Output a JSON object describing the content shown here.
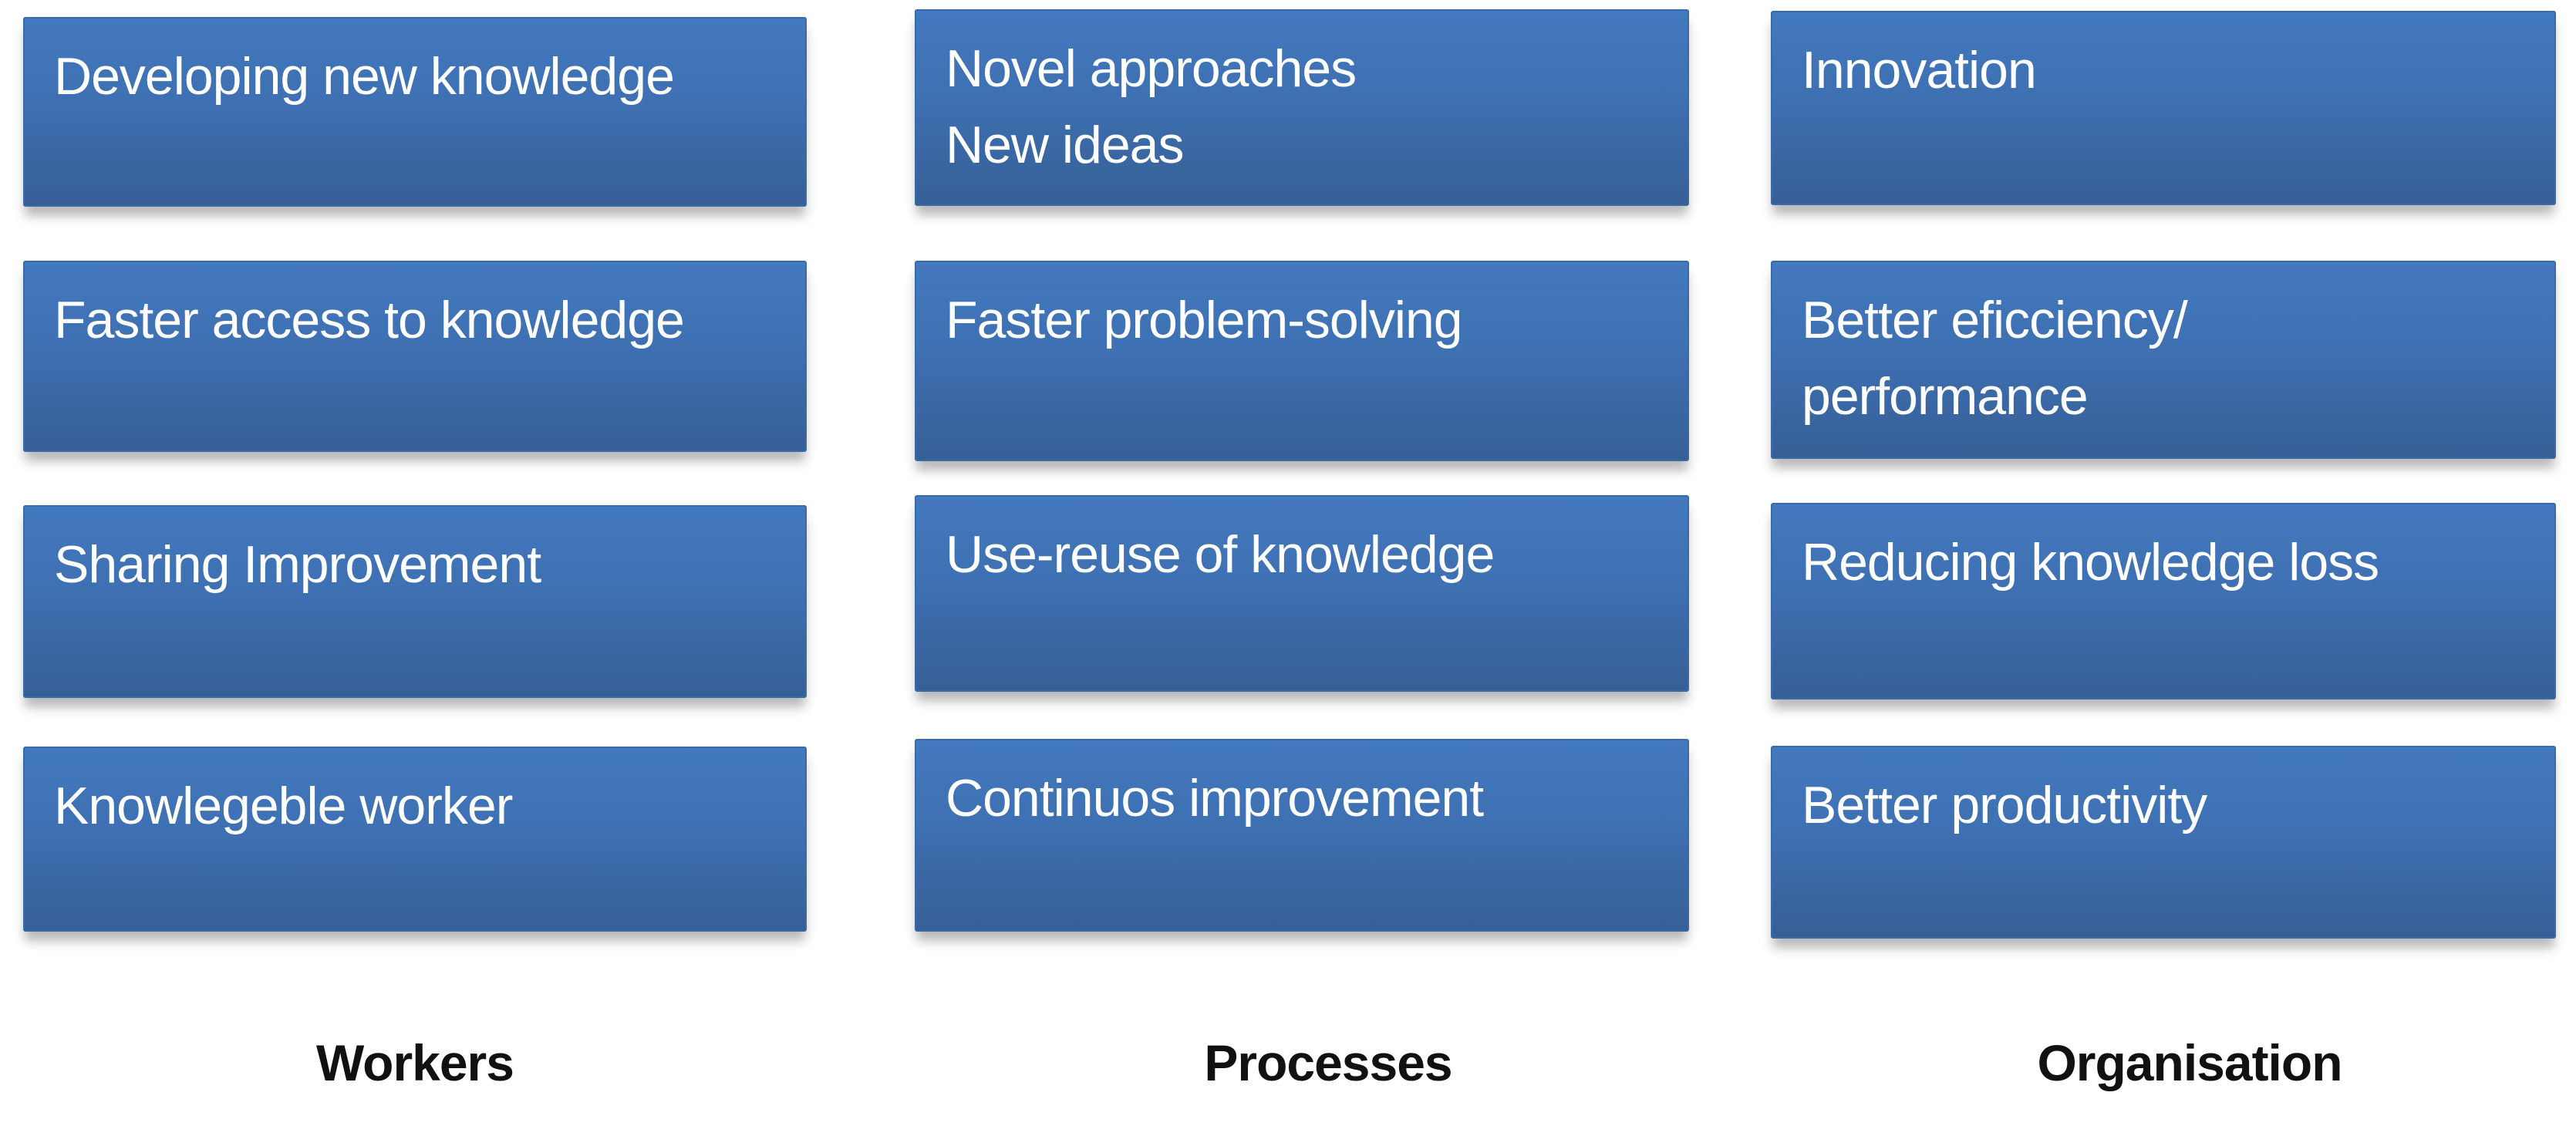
{
  "diagram": {
    "title": "Knowledge management benefits diagram",
    "box_fill_top": "#4379be",
    "box_fill_bottom": "#365f95",
    "box_text_color": "#ffffff",
    "label_text_color": "#111111",
    "columns": [
      {
        "label": "Workers",
        "boxes": [
          "Developing new knowledge",
          "Faster access to knowledge",
          "Sharing Improvement",
          "Knowlegeble worker"
        ]
      },
      {
        "label": "Processes",
        "boxes": [
          "Novel approaches\nNew ideas",
          "Faster problem-solving",
          "Use-reuse of knowledge",
          "Continuos improvement"
        ]
      },
      {
        "label": "Organisation",
        "boxes": [
          "Innovation",
          "Better eficciency/\nperformance",
          "Reducing knowledge loss",
          "Better productivity"
        ]
      }
    ]
  }
}
